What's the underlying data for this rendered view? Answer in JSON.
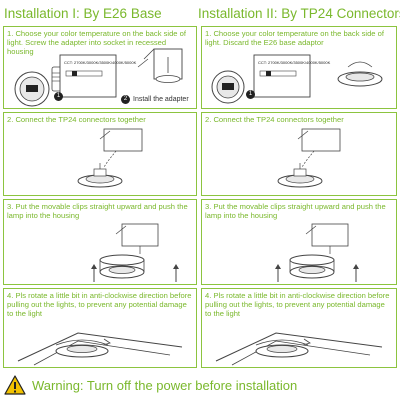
{
  "columns": {
    "left_title": "Installation I: By E26 Base",
    "right_title": "Installation II: By TP24 Connectors"
  },
  "steps": {
    "left": [
      "1. Choose your color temperature on the back side of light. Screw the adapter into socket in recessed housing",
      "2. Connect the TP24 connectors together",
      "3. Put the movable clips straight upward and push the lamp into the housing",
      "4. Pls rotate a little bit in anti-clockwise direction before pulling out the lights, to prevent any potential damage to the light"
    ],
    "right": [
      "1. Choose your color temperature on the back side of light. Discard the E26 base adaptor",
      "2. Connect the TP24 connectors together",
      "3. Put the movable clips straight upward and push the lamp into the housing",
      "4. Pls rotate a little bit in anti-clockwise direction before pulling out the lights, to prevent any potential damage to the light"
    ]
  },
  "labels": {
    "cct": "CCT: 2700K/3000K/3500K/4000K/5000K",
    "marker_1": "1",
    "marker_2": "2",
    "install_adapter": "Install the adapter"
  },
  "warning": {
    "text": "Warning: Turn off the power before installation"
  },
  "colors": {
    "accent": "#7ab82c",
    "border": "#8cc43f",
    "line_art": "#444444",
    "warning_fill": "#f2c200"
  },
  "icons": {
    "warning": "warning-triangle-icon"
  }
}
